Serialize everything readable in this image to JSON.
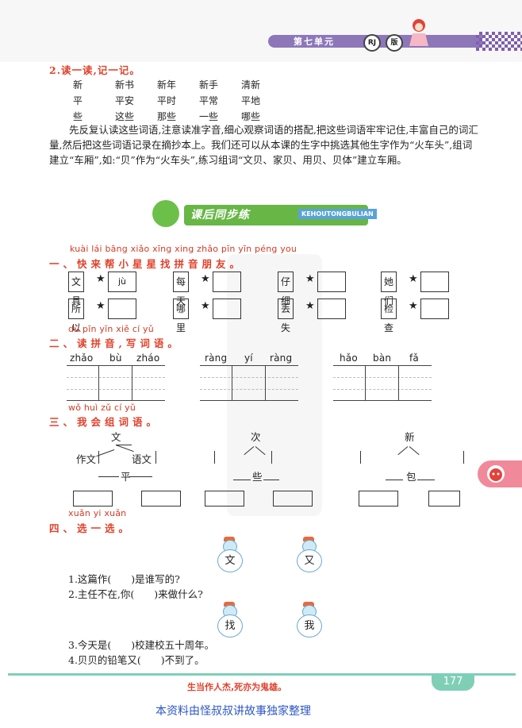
{
  "header": {
    "unit_label": "第七单元",
    "badge_rj": "RJ",
    "badge_ban": "版"
  },
  "reading": {
    "heading": "2.读一读,记一记。",
    "rows": [
      [
        "新",
        "新书",
        "新年",
        "新手",
        "清新"
      ],
      [
        "平",
        "平安",
        "平时",
        "平常",
        "平地"
      ],
      [
        "些",
        "这些",
        "那些",
        "一些",
        "哪些"
      ]
    ],
    "paragraph": "先反复认读这些词语,注意读准字音,细心观察词语的搭配,把这些词语牢牢记住,丰富自己的词汇量,然后把这些词语记录在摘抄本上。我们还可以从本课的生字中挑选其他生字作为“火车头”,组词建立“车厢”,如:“贝”作为“火车头”,练习组词“文贝、家贝、用贝、贝体”建立车厢。"
  },
  "banner": {
    "title": "课后同步练",
    "subtitle": "KEHOUTONGBULIAN"
  },
  "section1": {
    "pinyin": "kuài lái bāng xiǎo xīng xing zhǎo pīn yīn péng you",
    "heading": "一、快来帮小星星找拼音朋友。",
    "items": [
      {
        "word": "文具",
        "answer": "jù"
      },
      {
        "word": "每天",
        "answer": ""
      },
      {
        "word": "仔细",
        "answer": ""
      },
      {
        "word": "她们",
        "answer": ""
      },
      {
        "word": "所以",
        "answer": ""
      },
      {
        "word": "哪里",
        "answer": ""
      },
      {
        "word": "丢失",
        "answer": ""
      },
      {
        "word": "检查",
        "answer": ""
      }
    ],
    "star": "★"
  },
  "section2": {
    "pinyin": "dú pīn yīn   xiě cí yǔ",
    "heading": "二、读拼音,写词语。",
    "groups": [
      [
        "zhǎo",
        "bù",
        "zháo"
      ],
      [
        "ràng",
        "yí",
        "ràng"
      ],
      [
        "hǎo",
        "bàn",
        "fǎ"
      ]
    ]
  },
  "section3": {
    "pinyin": "wǒ huì zǔ cí yǔ",
    "heading": "三、我会组词语。",
    "top": [
      {
        "char": "文",
        "left": "作文",
        "right": "语文"
      },
      {
        "char": "次",
        "left": "",
        "right": ""
      },
      {
        "char": "新",
        "left": "",
        "right": ""
      }
    ],
    "bottom": [
      "平",
      "些",
      "包"
    ]
  },
  "section4": {
    "pinyin": "xuǎn yi xuǎn",
    "heading": "四、选一选。",
    "choices_a": [
      "文",
      "又"
    ],
    "questions_a": [
      "1.这篇作(　　)是谁写的?",
      "2.主任不在,你(　　)来做什么?"
    ],
    "choices_b": [
      "找",
      "我"
    ],
    "questions_b": [
      "3.今天是(　　)校建校五十周年。",
      "4.贝贝的铅笔又(　　)不到了。"
    ]
  },
  "footer": {
    "motto": "生当作人杰,死亦为鬼雄。",
    "page": "177",
    "credit": "本资料由怪叔叔讲故事独家整理"
  }
}
